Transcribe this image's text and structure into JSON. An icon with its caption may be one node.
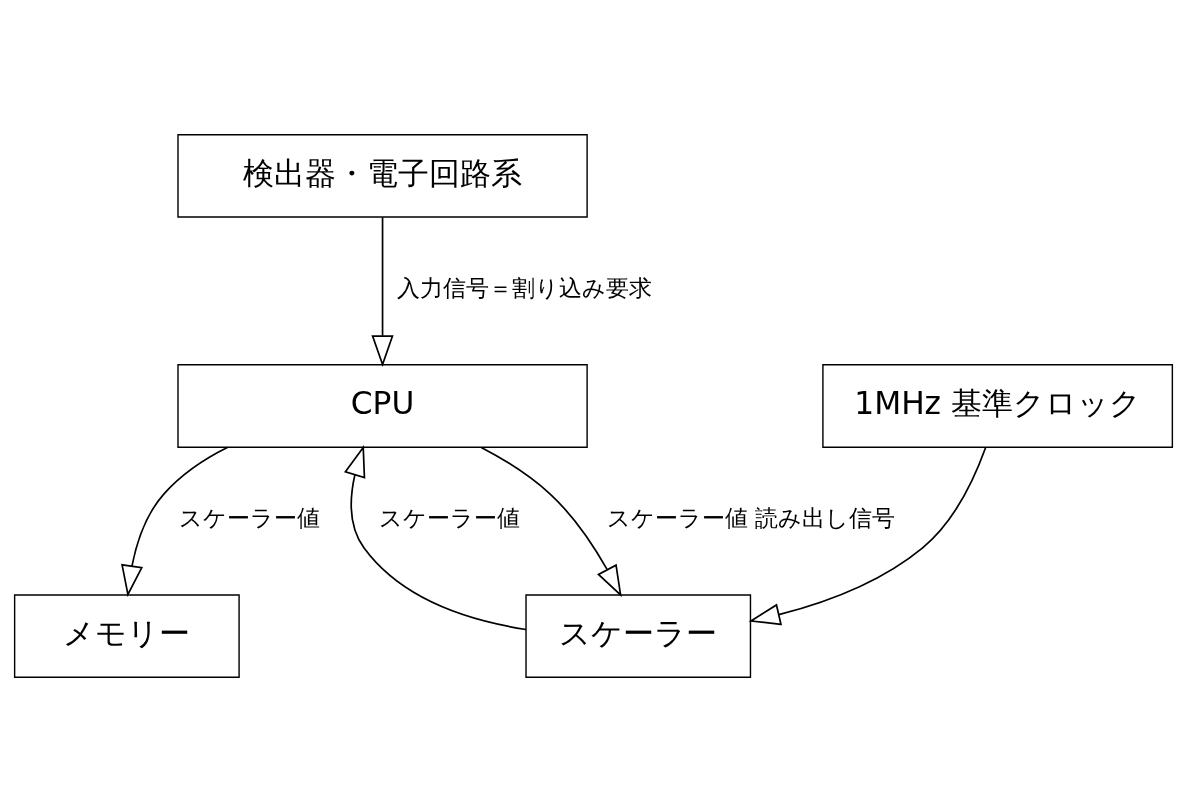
{
  "diagram": {
    "nodes": [
      {
        "text": [
          "検出器・電子回路系"
        ]
      },
      {
        "text": [
          "CPU"
        ]
      },
      {
        "text": [
          "スケーラー"
        ]
      },
      {
        "text": [
          "メモリー"
        ]
      },
      {
        "text": [
          "1MHz 基準クロック"
        ]
      }
    ],
    "edges": [
      {
        "from": 0,
        "to": 1,
        "arrow": "to",
        "label": "入力信号＝割り込み要求"
      },
      {
        "from": 1,
        "to": 2,
        "arrow": "to",
        "label": "スケーラー値 読み出し信号"
      },
      {
        "from": 2,
        "to": 1,
        "arrow": "to",
        "label": "スケーラー値"
      },
      {
        "from": 1,
        "to": 3,
        "arrow": "to",
        "label": "スケーラー値"
      },
      {
        "from": 4,
        "to": 2,
        "arrow": "to"
      }
    ]
  }
}
